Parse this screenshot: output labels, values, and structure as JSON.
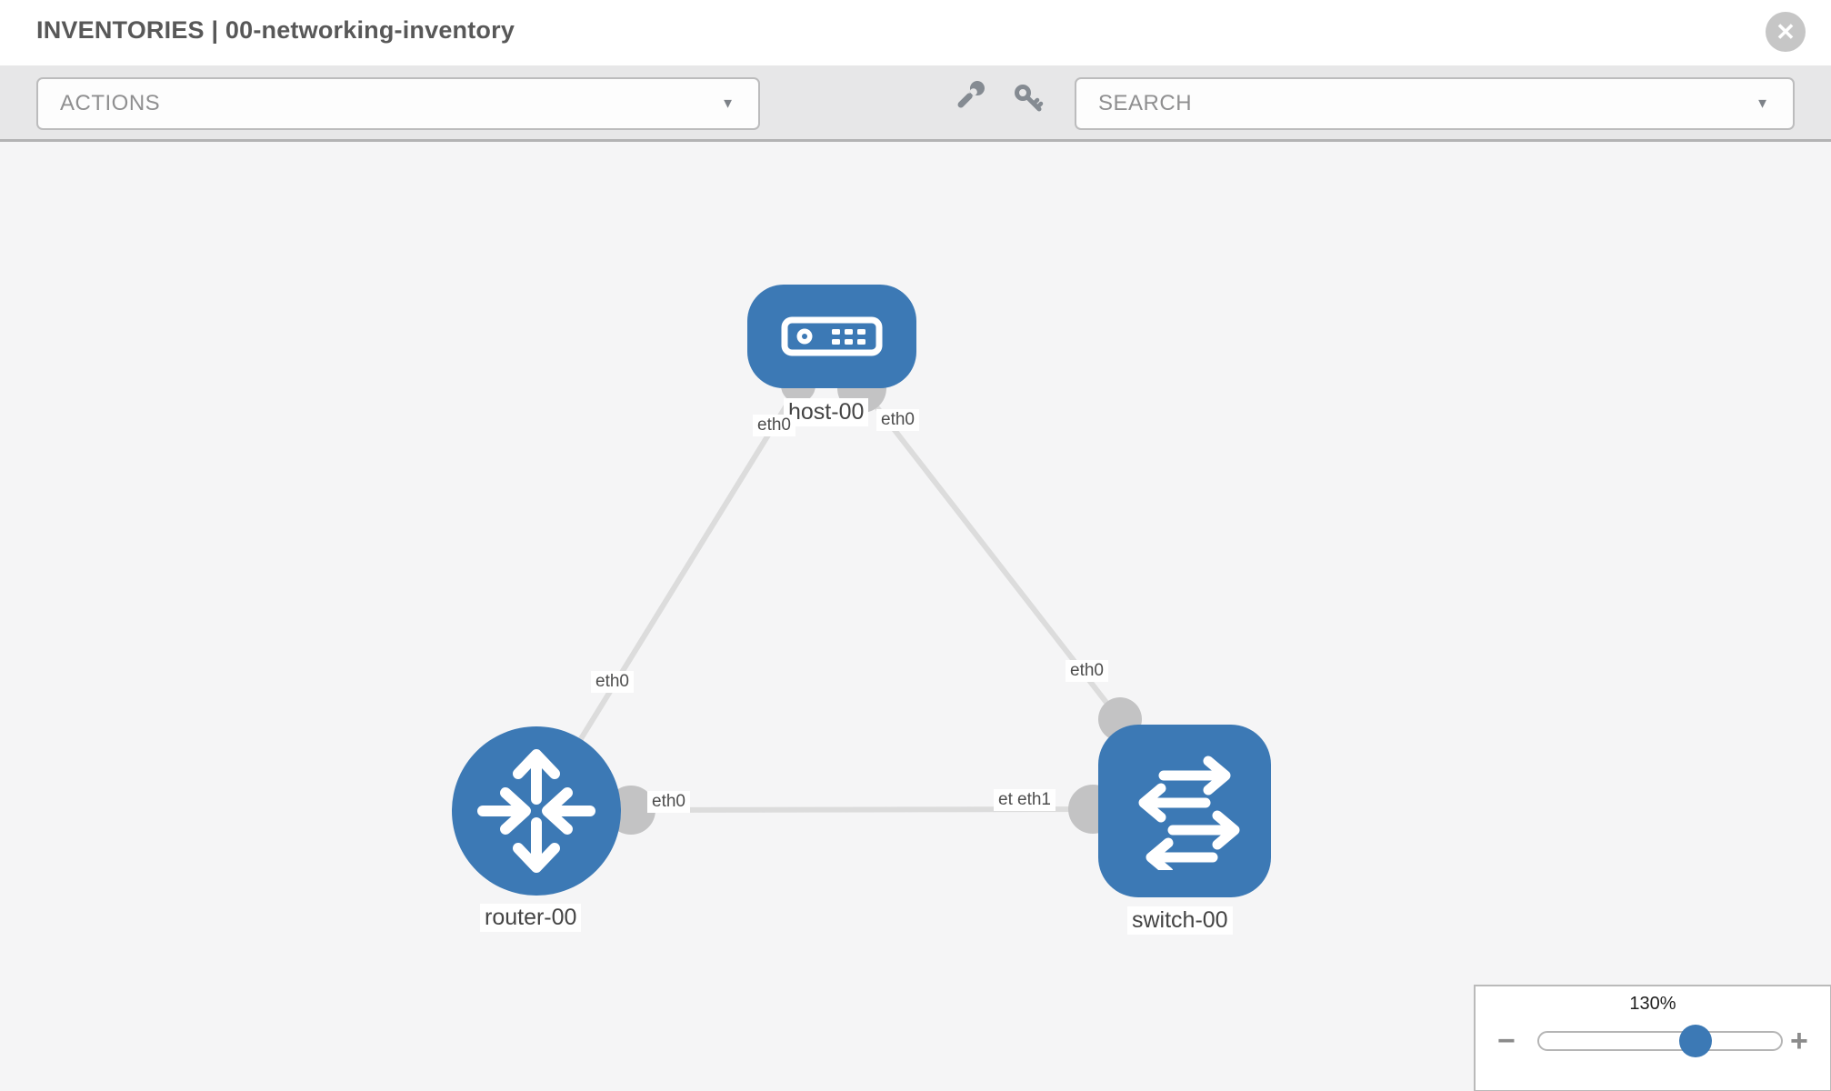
{
  "header": {
    "title": "INVENTORIES | 00-networking-inventory"
  },
  "toolbar": {
    "actions_label": "ACTIONS",
    "search_placeholder": "SEARCH"
  },
  "icons": {
    "close": "✕",
    "dropdown_caret": "▼",
    "zoom_out": "−",
    "zoom_in": "+",
    "wrench": "wrench",
    "key": "key"
  },
  "topology": {
    "nodes": [
      {
        "id": "host-00",
        "label": "host-00",
        "type": "host"
      },
      {
        "id": "router-00",
        "label": "router-00",
        "type": "router"
      },
      {
        "id": "switch-00",
        "label": "switch-00",
        "type": "switch"
      }
    ],
    "links": [
      {
        "from": "host-00",
        "to": "router-00",
        "from_if": "eth0",
        "to_if": "eth0"
      },
      {
        "from": "host-00",
        "to": "switch-00",
        "from_if": "eth0",
        "to_if": "eth0"
      },
      {
        "from": "router-00",
        "to": "switch-00",
        "from_if": "eth0",
        "to_if": "eth1"
      }
    ]
  },
  "zoom_control": {
    "value": "130%"
  },
  "colors": {
    "node_blue": "#3c79b5",
    "link_gray": "#dcdcdc",
    "connector_gray": "#c3c3c4",
    "toolbar_bg": "#e7e7e8",
    "canvas_bg": "#f5f5f6"
  }
}
